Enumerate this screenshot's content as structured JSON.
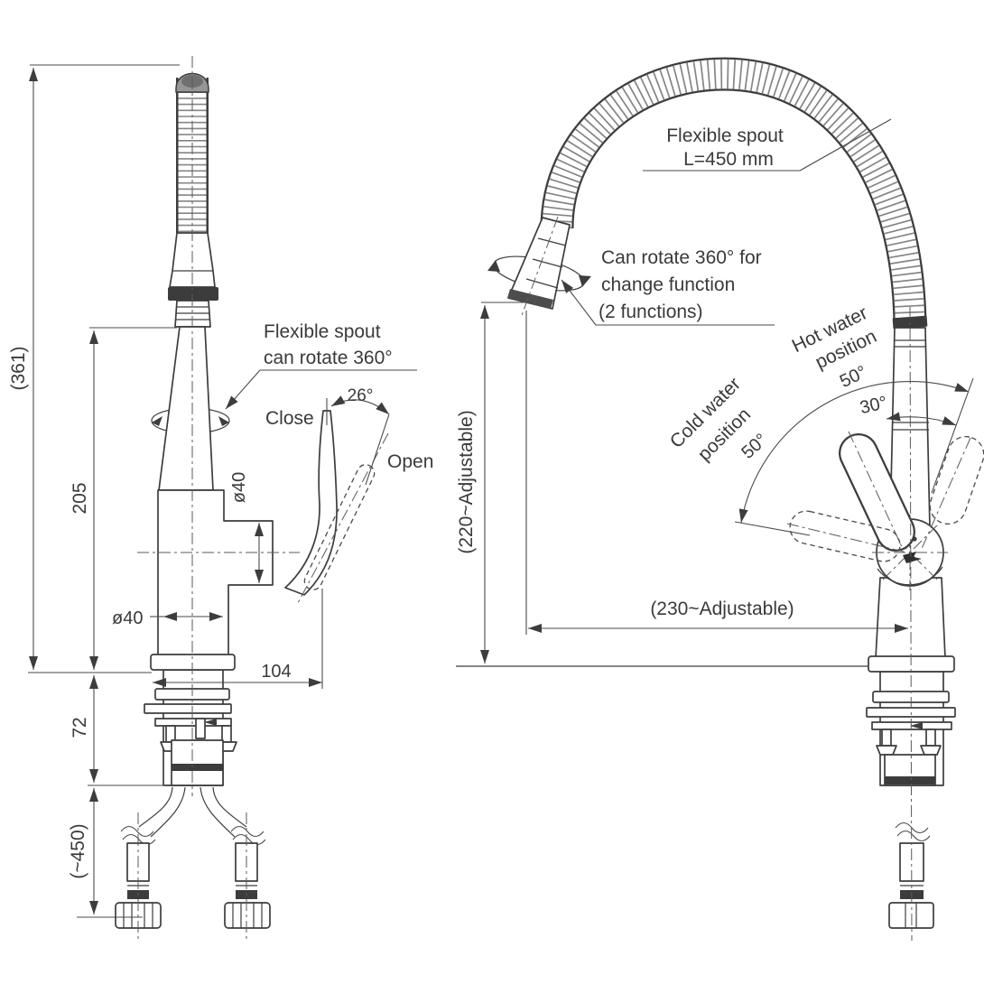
{
  "colors": {
    "line": "#3d3d3d",
    "background": "#ffffff",
    "dark_fill": "#3c3c3c"
  },
  "left_view": {
    "dim_total_height": "(361)",
    "dim_spout_height": "205",
    "dim_deck": "72",
    "dim_hose_length": "(~450)",
    "note_line1": "Flexible spout",
    "note_line2": "can rotate 360°",
    "label_close": "Close",
    "label_open": "Open",
    "dim_handle_angle": "26°",
    "dim_body_dia": "ø40",
    "dim_base_dia": "ø40",
    "dim_base_width": "104"
  },
  "right_view": {
    "note_spout_line1": "Flexible spout",
    "note_spout_line2": "L=450 mm",
    "note_rotate_line1": "Can rotate 360° for",
    "note_rotate_line2": "change function",
    "note_rotate_line3": "(2 functions)",
    "label_hot_line1": "Hot water",
    "label_hot_line2": "position",
    "dim_hot_angle": "50°",
    "dim_mid_angle": "30°",
    "label_cold_line1": "Cold water",
    "label_cold_line2": "position",
    "dim_cold_angle": "50°",
    "dim_height": "(220~Adjustable)",
    "dim_reach": "(230~Adjustable)"
  }
}
